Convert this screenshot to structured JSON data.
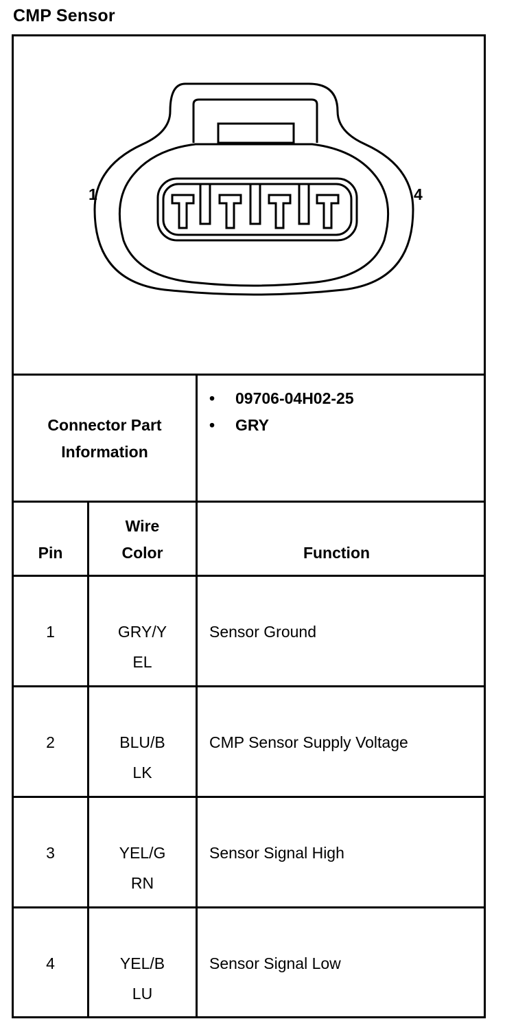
{
  "title": "CMP Sensor",
  "connector": {
    "pin_left_label": "1",
    "pin_right_label": "4"
  },
  "part_info": {
    "label_line1": "Connector Part",
    "label_line2": "Information",
    "items": [
      "09706-04H02-25",
      "GRY"
    ]
  },
  "table": {
    "headers": {
      "pin": "Pin",
      "wire_line1": "Wire",
      "wire_line2": "Color",
      "function": "Function"
    },
    "rows": [
      {
        "pin": "1",
        "wire_line1": "GRY/Y",
        "wire_line2": "EL",
        "function": "Sensor Ground"
      },
      {
        "pin": "2",
        "wire_line1": "BLU/B",
        "wire_line2": "LK",
        "function": "CMP Sensor Supply Voltage"
      },
      {
        "pin": "3",
        "wire_line1": "YEL/G",
        "wire_line2": "RN",
        "function": "Sensor Signal High"
      },
      {
        "pin": "4",
        "wire_line1": "YEL/B",
        "wire_line2": "LU",
        "function": "Sensor Signal Low"
      }
    ]
  }
}
